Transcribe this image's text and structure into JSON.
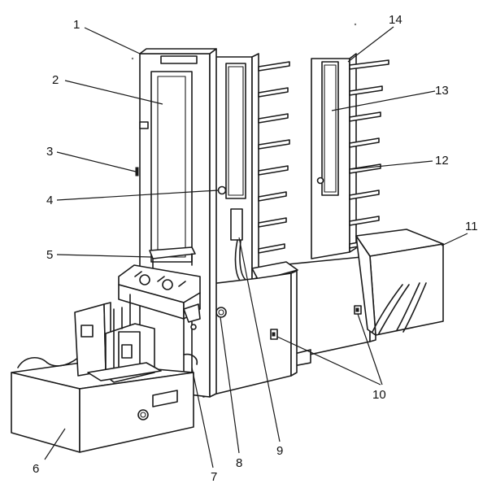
{
  "callouts": [
    {
      "id": "c1",
      "text": "1"
    },
    {
      "id": "c2",
      "text": "2"
    },
    {
      "id": "c3",
      "text": "3"
    },
    {
      "id": "c4",
      "text": "4"
    },
    {
      "id": "c5",
      "text": "5"
    },
    {
      "id": "c6",
      "text": "6"
    },
    {
      "id": "c7",
      "text": "7"
    },
    {
      "id": "c8",
      "text": "8"
    },
    {
      "id": "c9",
      "text": "9"
    },
    {
      "id": "c10",
      "text": "10"
    },
    {
      "id": "c11",
      "text": "11"
    },
    {
      "id": "c12",
      "text": "12"
    },
    {
      "id": "c13",
      "text": "13"
    },
    {
      "id": "c14",
      "text": "14"
    }
  ],
  "colors": {
    "ink": "#1a1a1a",
    "paper": "#ffffff",
    "shade": "#e8e8e8"
  }
}
